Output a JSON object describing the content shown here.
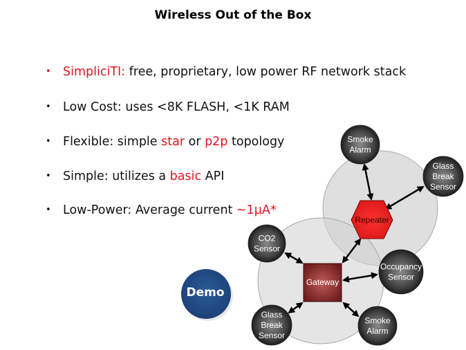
{
  "slide": {
    "title": "Wireless Out of the Box",
    "bullets": [
      {
        "bullet_color": "#e0141e",
        "parts": [
          {
            "text": "SimpliciTI:",
            "accent": true
          },
          {
            "text": " free, proprietary, low power RF network stack",
            "accent": false
          }
        ]
      },
      {
        "bullet_color": "#111111",
        "parts": [
          {
            "text": "Low Cost: uses <8K FLASH, <1K RAM",
            "accent": false
          }
        ]
      },
      {
        "bullet_color": "#111111",
        "parts": [
          {
            "text": "Flexible: simple ",
            "accent": false
          },
          {
            "text": "star",
            "accent": true
          },
          {
            "text": " or ",
            "accent": false
          },
          {
            "text": "p2p",
            "accent": true
          },
          {
            "text": " topology",
            "accent": false
          }
        ]
      },
      {
        "bullet_color": "#111111",
        "parts": [
          {
            "text": "Simple: utilizes a ",
            "accent": false
          },
          {
            "text": "basic",
            "accent": true
          },
          {
            "text": " API",
            "accent": false
          }
        ]
      },
      {
        "bullet_color": "#111111",
        "parts": [
          {
            "text": "Low-Power: Average current ",
            "accent": false
          },
          {
            "text": "~1µA*",
            "accent": true
          }
        ]
      }
    ],
    "bullet_glyph": "•",
    "accent_color": "#e0141e",
    "demo_button": {
      "label": "Demo",
      "color": "#1f4a82"
    }
  },
  "diagram": {
    "hub_nodes": {
      "repeater": {
        "label": "Repeater",
        "shape": "hexagon",
        "color": "#e02020"
      },
      "gateway": {
        "label": "Gateway",
        "shape": "square",
        "color": "#7a2424"
      }
    },
    "sensor_nodes": [
      {
        "id": "smoke-alarm-top",
        "lines": [
          "Smoke",
          "Alarm"
        ],
        "linked_to": "repeater"
      },
      {
        "id": "glass-break-top",
        "lines": [
          "Glass",
          "Break",
          "Sensor"
        ],
        "linked_to": "repeater"
      },
      {
        "id": "co2-sensor",
        "lines": [
          "CO2",
          "Sensor"
        ],
        "linked_to": "gateway"
      },
      {
        "id": "occupancy-sensor",
        "lines": [
          "Occupancy",
          "Sensor"
        ],
        "linked_to": "gateway"
      },
      {
        "id": "glass-break-bottom",
        "lines": [
          "Glass",
          "Break",
          "Sensor"
        ],
        "linked_to": "gateway"
      },
      {
        "id": "smoke-alarm-bottom",
        "lines": [
          "Smoke",
          "Alarm"
        ],
        "linked_to": "gateway"
      }
    ],
    "links": [
      [
        "repeater",
        "gateway"
      ]
    ]
  }
}
